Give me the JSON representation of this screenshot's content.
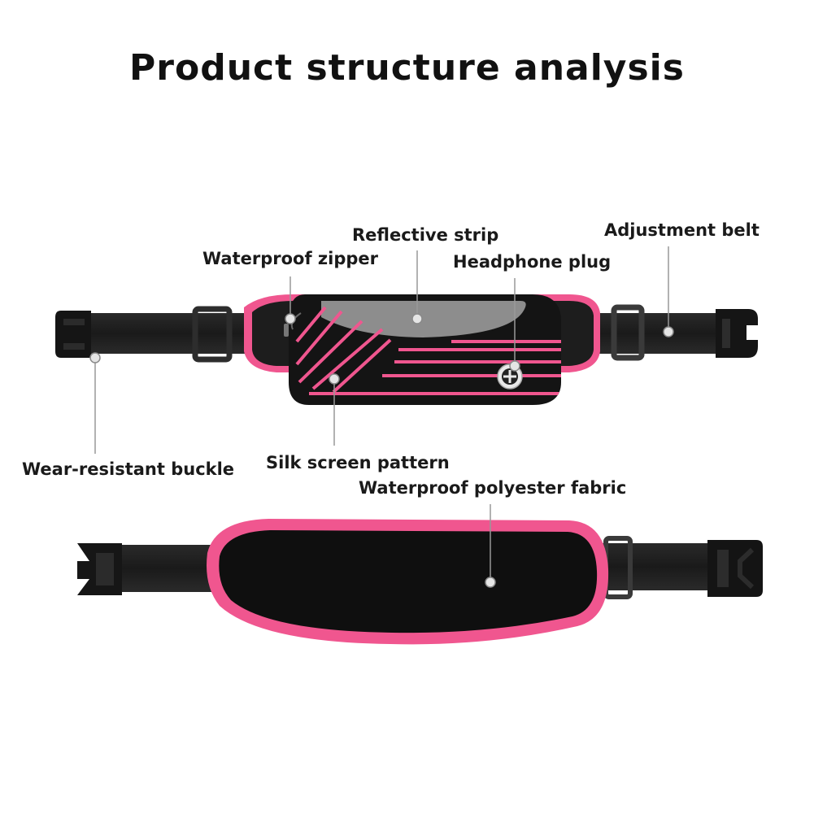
{
  "title": "Product structure analysis",
  "labels": {
    "reflective_strip": "Reflective strip",
    "adjustment_belt": "Adjustment belt",
    "waterproof_zipper": "Waterproof zipper",
    "headphone_plug": "Headphone plug",
    "wear_resistant_buckle": "Wear-resistant buckle",
    "silk_screen_pattern": "Silk screen pattern",
    "waterproof_polyester_fabric": "Waterproof polyester fabric"
  },
  "colors": {
    "pink_trim": "#f0568f",
    "belt_black": "#1c1c1c",
    "pouch_black": "#141414",
    "reflective_gray": "#8d8d8d"
  }
}
